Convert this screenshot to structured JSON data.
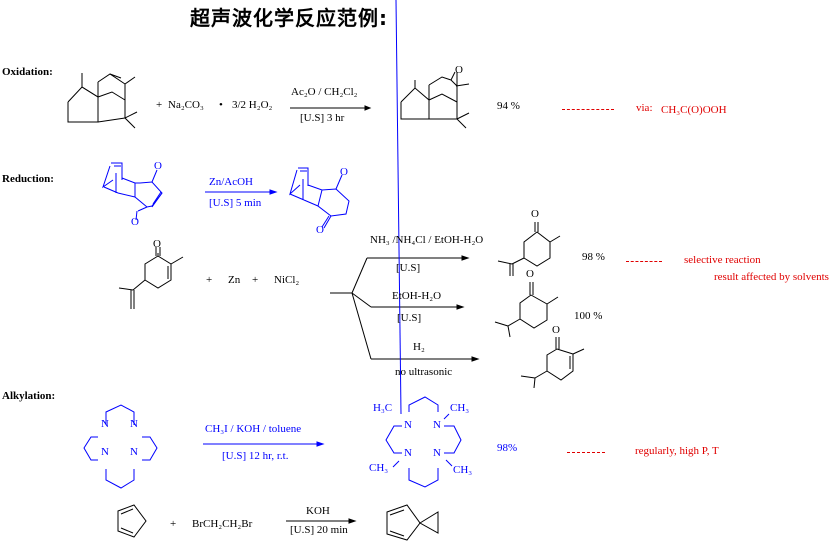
{
  "title": "超声波化学反应范例:",
  "sections": {
    "oxidation": {
      "label": "Oxidation:",
      "reagent_plus": "+",
      "reagent_salt": "Na₂CO₃",
      "reagent_dot": "•",
      "reagent_peroxide": "3/2 H₂O₂",
      "condition_top": "Ac₂O / CH₂Cl₂",
      "condition_bottom": "[U.S] 3 hr",
      "yield": "94 %",
      "note_via": "via:",
      "note_species": "CH₃C(O)OOH"
    },
    "reduction": {
      "label": "Reduction:",
      "reaction1": {
        "condition_top": "Zn/AcOH",
        "condition_bottom": "[U.S] 5 min"
      },
      "reaction2": {
        "plus1": "+",
        "zn": "Zn",
        "plus2": "+",
        "nicl2": "NiCl₂",
        "branches": [
          {
            "condition_top": "NH₃ /NH₄Cl / EtOH-H₂O",
            "condition_bottom": "[U.S]",
            "yield": "98 %"
          },
          {
            "condition_top": "EtOH-H₂O",
            "condition_bottom": "[U.S]",
            "yield": "100 %"
          },
          {
            "condition_top": "H₂",
            "condition_bottom": "no ultrasonic",
            "yield": ""
          }
        ],
        "note_line1": "selective reaction",
        "note_line2": "result affected by solvents"
      }
    },
    "alkylation": {
      "label": "Alkylation:",
      "reaction1": {
        "condition_top": "CH₃I / KOH / toluene",
        "condition_bottom": "[U.S] 12 hr,  r.t.",
        "yield": "98%",
        "note": "regularly,  high P, T",
        "atom_n": "N",
        "methyl_h3c": "H₃C",
        "methyl_ch3": "CH₃"
      },
      "reaction2": {
        "plus": "+",
        "reagent": "BrCH₂CH₂Br",
        "condition_top": "KOH",
        "condition_bottom": "[U.S] 20 min"
      }
    },
    "atom_o": "O"
  },
  "colors": {
    "black": "#000000",
    "blue": "#0000ff",
    "red": "#e00000"
  }
}
